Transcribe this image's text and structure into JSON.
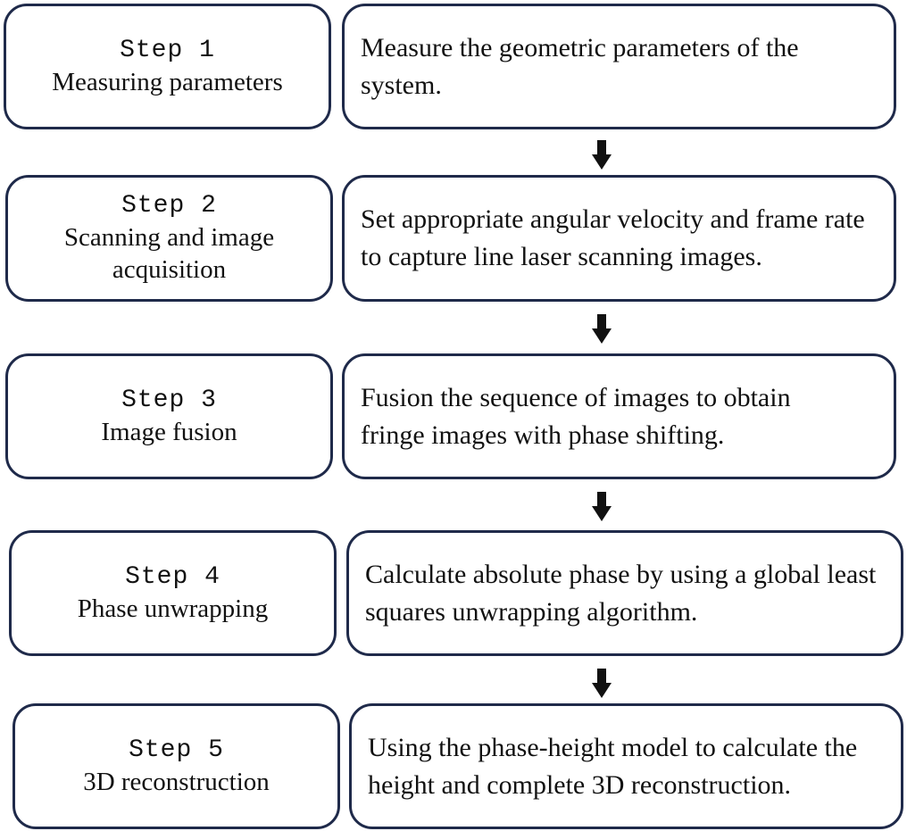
{
  "steps": [
    {
      "number": "Step 1",
      "title": "Measuring parameters",
      "description": "Measure the geometric parameters of the system."
    },
    {
      "number": "Step 2",
      "title": "Scanning and image acquisition",
      "description": "Set appropriate angular velocity and frame rate to capture line laser scanning images."
    },
    {
      "number": "Step 3",
      "title": "Image fusion",
      "description": "Fusion the sequence of images to obtain fringe images with phase shifting."
    },
    {
      "number": "Step 4",
      "title": "Phase unwrapping",
      "description": "Calculate absolute phase by using a global least squares unwrapping algorithm."
    },
    {
      "number": "Step 5",
      "title": "3D reconstruction",
      "description": "Using the phase-height model to calculate the height and complete 3D reconstruction."
    }
  ],
  "colors": {
    "box_border": "#1f2a4a",
    "arrow": "#111111"
  }
}
